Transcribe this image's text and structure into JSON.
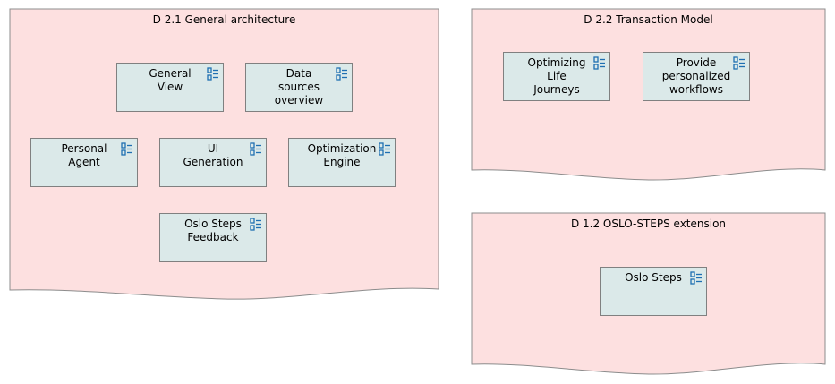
{
  "groups": [
    {
      "title": "D 2.1 General architecture"
    },
    {
      "title": "D 2.2 Transaction Model"
    },
    {
      "title": "D 1.2 OSLO-STEPS extension"
    }
  ],
  "components": {
    "general_view": "General\nView",
    "data_sources_overview": "Data\nsources\noverview",
    "personal_agent": "Personal\nAgent",
    "ui_generation": "UI\nGeneration",
    "optimization_engine": "Optimization\nEngine",
    "oslo_steps_feedback": "Oslo Steps\nFeedback",
    "optimizing_life_journeys": "Optimizing\nLife\nJourneys",
    "provide_personalized_workflows": "Provide\npersonalized\nworkflows",
    "oslo_steps": "Oslo Steps"
  },
  "colors": {
    "group_fill": "#fde0e0",
    "group_stroke": "#8c8c8c",
    "component_fill": "#dbe9e9",
    "component_stroke": "#808080",
    "icon_blue": "#1f6fb2"
  },
  "icons": {
    "component": "application-component-icon"
  }
}
